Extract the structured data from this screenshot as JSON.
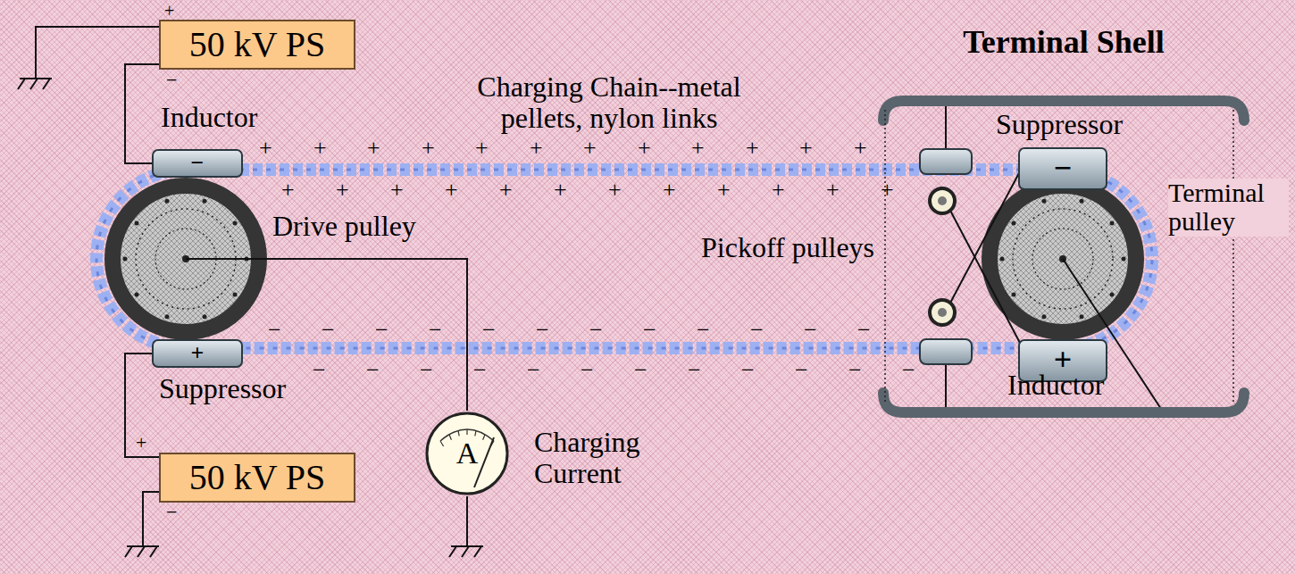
{
  "diagram": {
    "nodes": [
      {
        "text": [
          "50 kV PS"
        ]
      },
      {
        "text": [
          "−"
        ]
      },
      {
        "text": [
          "+"
        ]
      },
      {
        "text": [
          "50 kV PS"
        ]
      },
      {
        "text": [
          "A"
        ]
      },
      {
        "text": [
          "Terminal Shell"
        ]
      },
      {
        "text": [
          "−"
        ],
        "in": 5
      },
      {
        "text": [
          "+"
        ],
        "in": 5
      }
    ],
    "edges": [
      {
        "from": 0,
        "to": 1,
        "arrow": "none"
      },
      {
        "from": 3,
        "to": 2,
        "arrow": "none"
      }
    ],
    "labels": [
      "Charging Chain--metal pellets, nylon links",
      "Inductor",
      "Drive pulley",
      "Suppressor",
      "Charging Current",
      "Pickoff pulleys",
      "Suppressor",
      "Terminal pulley",
      "Inductor",
      "+",
      "−",
      "+",
      "−",
      "+",
      "+",
      "+",
      "+",
      "+",
      "+",
      "+",
      "+",
      "+",
      "+",
      "+",
      "+",
      "+",
      "+",
      "+",
      "+",
      "+",
      "+",
      "+",
      "+",
      "+",
      "+",
      "+",
      "+",
      "−",
      "−",
      "−",
      "−",
      "−",
      "−",
      "−",
      "−",
      "−",
      "−",
      "−",
      "−",
      "−",
      "−",
      "−",
      "−",
      "−",
      "−",
      "−",
      "−",
      "−",
      "−",
      "−",
      "−"
    ]
  }
}
